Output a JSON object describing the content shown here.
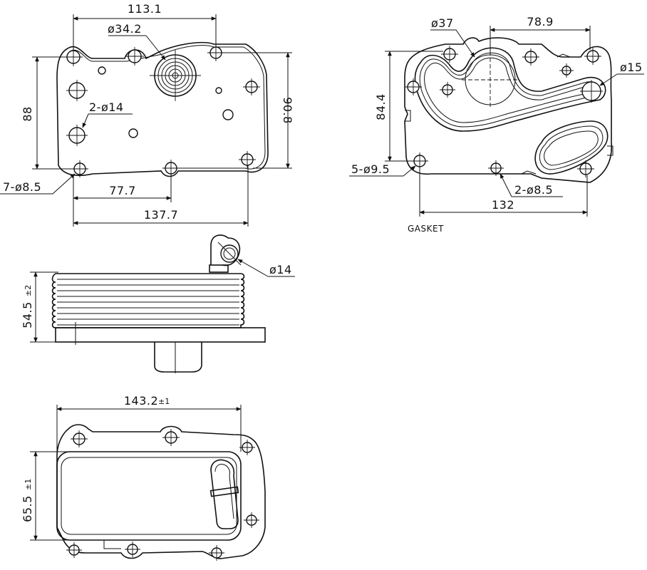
{
  "drawing": {
    "top_view": {
      "dims": {
        "top_width": "113.1",
        "boss_dia": "ø34.2",
        "height_left": "88",
        "height_right": "90.8",
        "port_dia": "2-ø14",
        "bolt_holes": "7-ø8.5",
        "inner_width": "77.7",
        "overall_width": "137.7"
      }
    },
    "gasket_view": {
      "caption": "GASKET",
      "dims": {
        "large_port": "ø37",
        "offset": "78.9",
        "small_port": "ø15",
        "height": "84.4",
        "bolt_holes_a": "5-ø9.5",
        "bolt_holes_b": "2-ø8.5",
        "width": "132"
      }
    },
    "side_view": {
      "dims": {
        "height": "54.5",
        "height_tol": "±2",
        "pipe_dia": "ø14"
      }
    },
    "bottom_view": {
      "dims": {
        "width": "143.2",
        "width_tol": "±1",
        "height": "65.5",
        "height_tol": "±1"
      }
    }
  }
}
